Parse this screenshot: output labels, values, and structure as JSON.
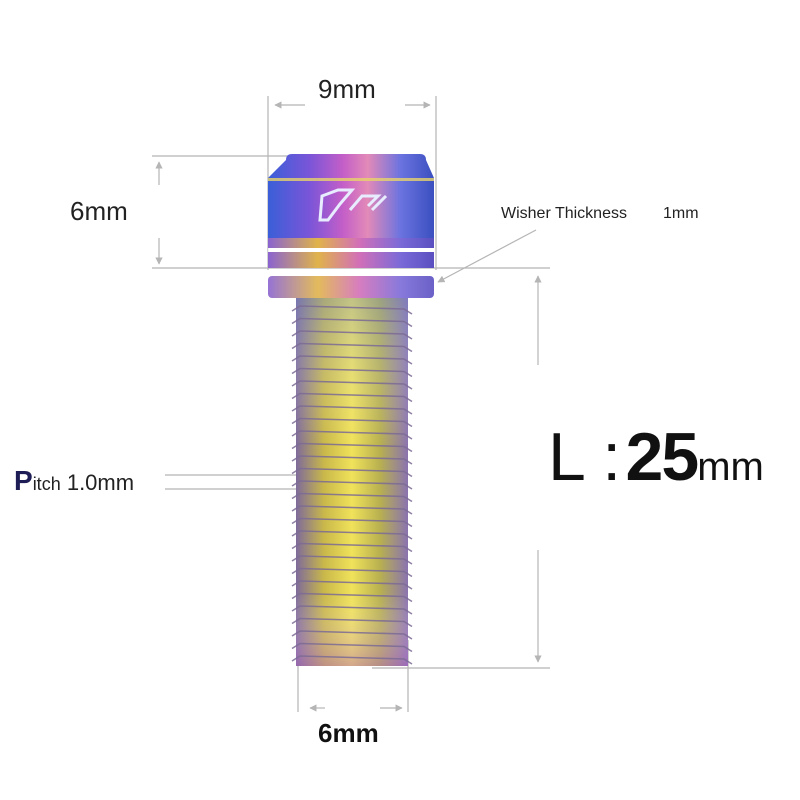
{
  "dimensions": {
    "head_width": "9mm",
    "head_height": "6mm",
    "washer_thickness_label": "Wisher Thickness",
    "washer_thickness_value": "1mm",
    "pitch_initial": "P",
    "pitch_label_rest": "itch",
    "pitch_value": "1.0mm",
    "length_prefix": "L :",
    "length_value": "25",
    "length_unit": "mm",
    "thread_diameter": "6mm"
  },
  "colors": {
    "dimension_line": "#b5b5b5",
    "text": "#222222",
    "pitch_initial": "#1f1d55"
  }
}
